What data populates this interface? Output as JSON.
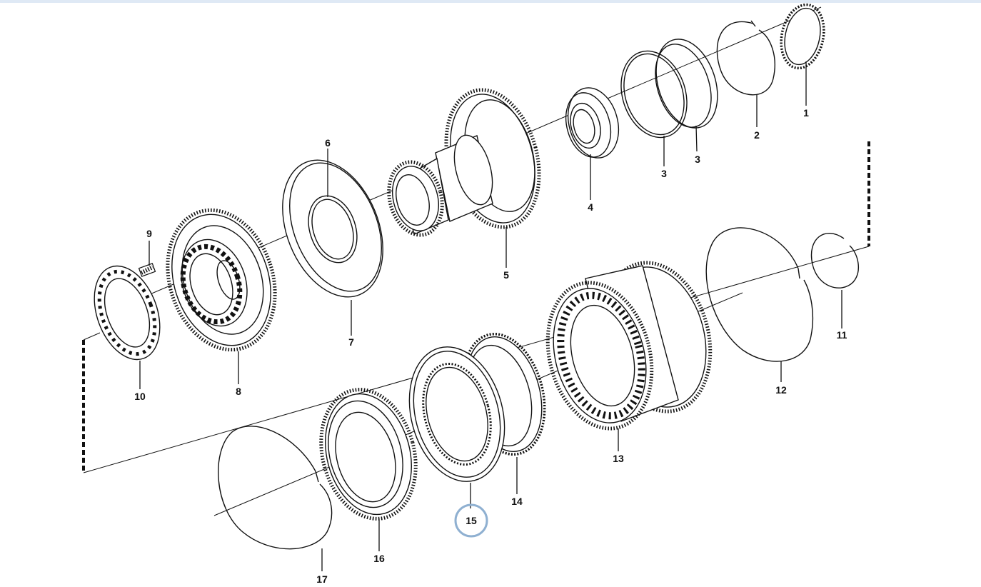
{
  "diagram": {
    "accent_color": "#8fb0d1",
    "highlighted_part": "15",
    "labels": {
      "p1": "1",
      "p2": "2",
      "p3a": "3",
      "p3b": "3",
      "p4": "4",
      "p5": "5",
      "p6": "6",
      "p7": "7",
      "p8": "8",
      "p9": "9",
      "p10": "10",
      "p11": "11",
      "p12": "12",
      "p13": "13",
      "p14": "14",
      "p15": "15",
      "p16": "16",
      "p17": "17"
    }
  }
}
